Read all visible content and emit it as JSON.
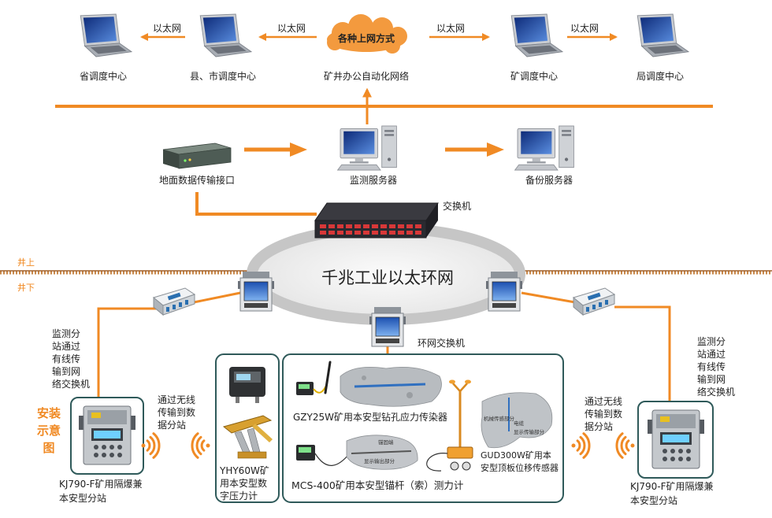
{
  "top": {
    "province": "省调度中心",
    "county": "县、市调度中心",
    "office_network": "矿井办公自动化网络",
    "cloud": "各种上网方式",
    "mine": "矿调度中心",
    "bureau": "局调度中心",
    "links": [
      "以太网",
      "以太网",
      "以太网",
      "以太网"
    ]
  },
  "surface": {
    "interface": "地面数据传输接口",
    "monitor_server": "监测服务器",
    "backup_server": "备份服务器",
    "switch": "交换机"
  },
  "ring": {
    "title": "千兆工业以太环网",
    "switch": "环网交换机"
  },
  "ground": {
    "above": "井上",
    "below": "井下"
  },
  "install_title": [
    "安装",
    "示意",
    "图"
  ],
  "wired_note": {
    "left": [
      "监测分",
      "站通过",
      "有线传",
      "输到网",
      "络交换机"
    ],
    "right": [
      "监测分",
      "站通过",
      "有线传",
      "输到网",
      "络交换机"
    ]
  },
  "wireless_note": {
    "left": [
      "通过无线",
      "传输到数",
      "据分站"
    ],
    "right": [
      "通过无线",
      "传输到数",
      "据分站"
    ]
  },
  "station": {
    "left": [
      "KJ790-F矿用隔爆兼",
      "本安型分站"
    ],
    "right": [
      "KJ790-F矿用隔爆兼",
      "本安型分站"
    ]
  },
  "pressure_gauge": [
    "YHY60W矿",
    "用本安型数",
    "字压力计"
  ],
  "sensors": {
    "gzy": "GZY25W矿用本安型钻孔应力传染器",
    "mcs": "MCS-400矿用本安型锚杆（索）测力计",
    "gud": [
      "GUD300W矿用本",
      "安型顶板位移传感器"
    ],
    "anchor_parts": [
      "锚固端",
      "显示输出部分"
    ],
    "roof_parts": [
      "机械传感部分",
      "电缆",
      "显示传输部分"
    ]
  },
  "colors": {
    "accent": "#f08a24",
    "frame": "#2f5a5a",
    "ring": "#c6c6c6"
  }
}
